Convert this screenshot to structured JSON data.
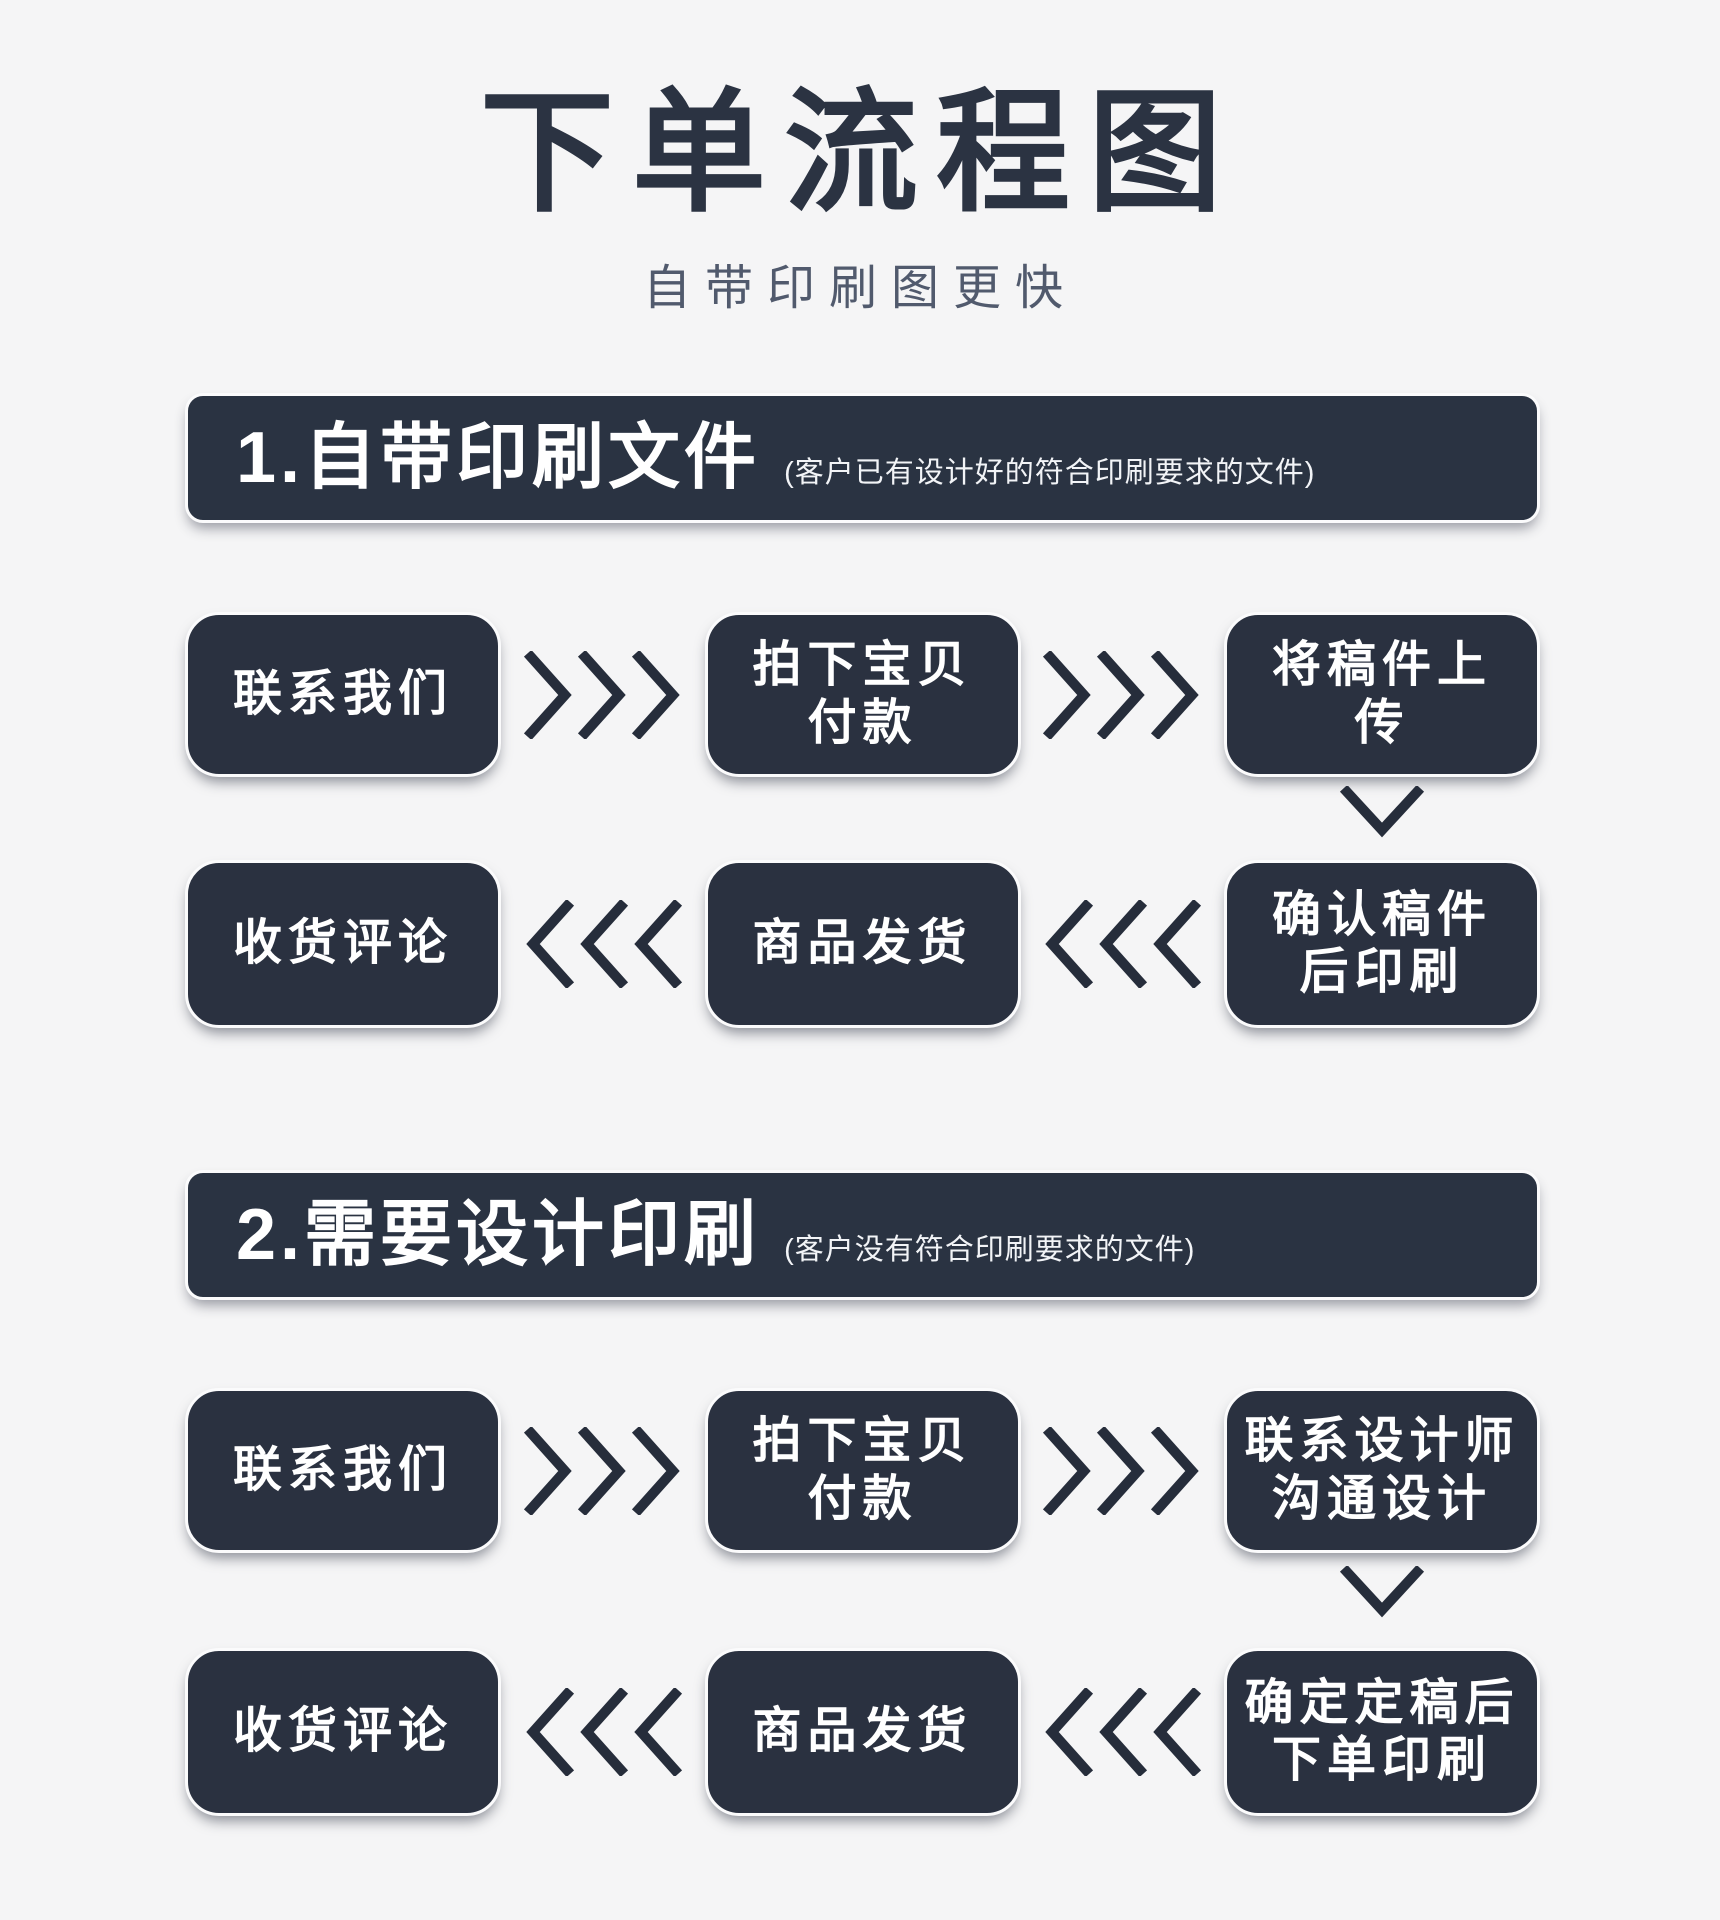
{
  "header": {
    "title": "下单流程图",
    "subtitle": "自带印刷图更快"
  },
  "colors": {
    "background": "#f5f5f6",
    "node_fill": "#2a3140",
    "bar_fill": "#2a3342",
    "title_text": "#2b3342",
    "subtitle_text": "#515a6d",
    "node_text": "#ffffff",
    "arrow": "#262d3b",
    "node_border": "#fbfbfc"
  },
  "icons": {
    "forward": "triple-chevron-right-icon",
    "backward": "triple-chevron-left-icon",
    "down": "chevron-down-icon"
  },
  "sections": [
    {
      "heading": "1.自带印刷文件",
      "note": "(客户已有设计好的符合印刷要求的文件)",
      "top_row": [
        "联系我们",
        "拍下宝贝\n付款",
        "将稿件上\n传"
      ],
      "bottom_row": [
        "收货评论",
        "商品发货",
        "确认稿件\n后印刷"
      ]
    },
    {
      "heading": "2.需要设计印刷",
      "note": "(客户没有符合印刷要求的文件)",
      "top_row": [
        "联系我们",
        "拍下宝贝\n付款",
        "联系设计师\n沟通设计"
      ],
      "bottom_row": [
        "收货评论",
        "商品发货",
        "确定定稿后\n下单印刷"
      ]
    }
  ]
}
